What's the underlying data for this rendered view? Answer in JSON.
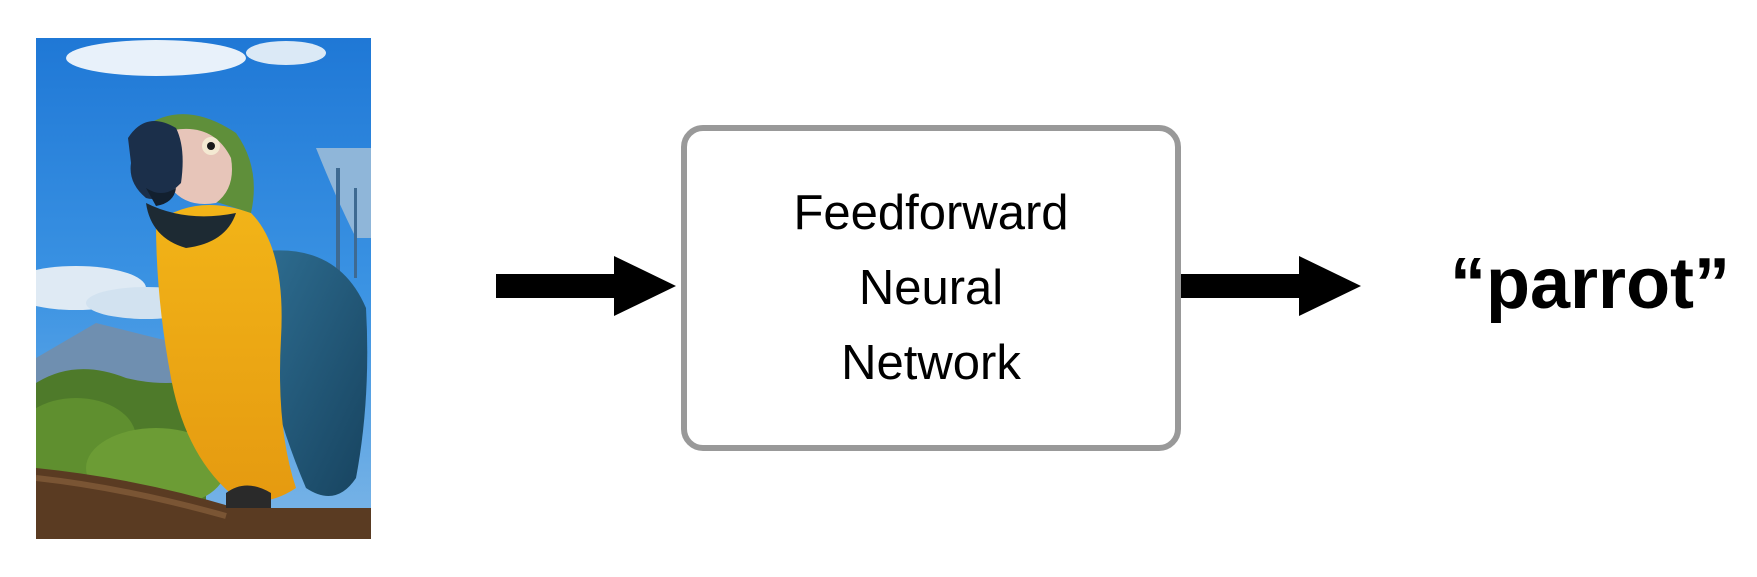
{
  "input_image": {
    "subject": "parrot-photo"
  },
  "network_box": {
    "lines": [
      "Feedforward",
      "Neural",
      "Network"
    ]
  },
  "output": {
    "label": "“parrot”"
  },
  "colors": {
    "box_border": "#999999",
    "arrow": "#000000",
    "text": "#000000"
  }
}
